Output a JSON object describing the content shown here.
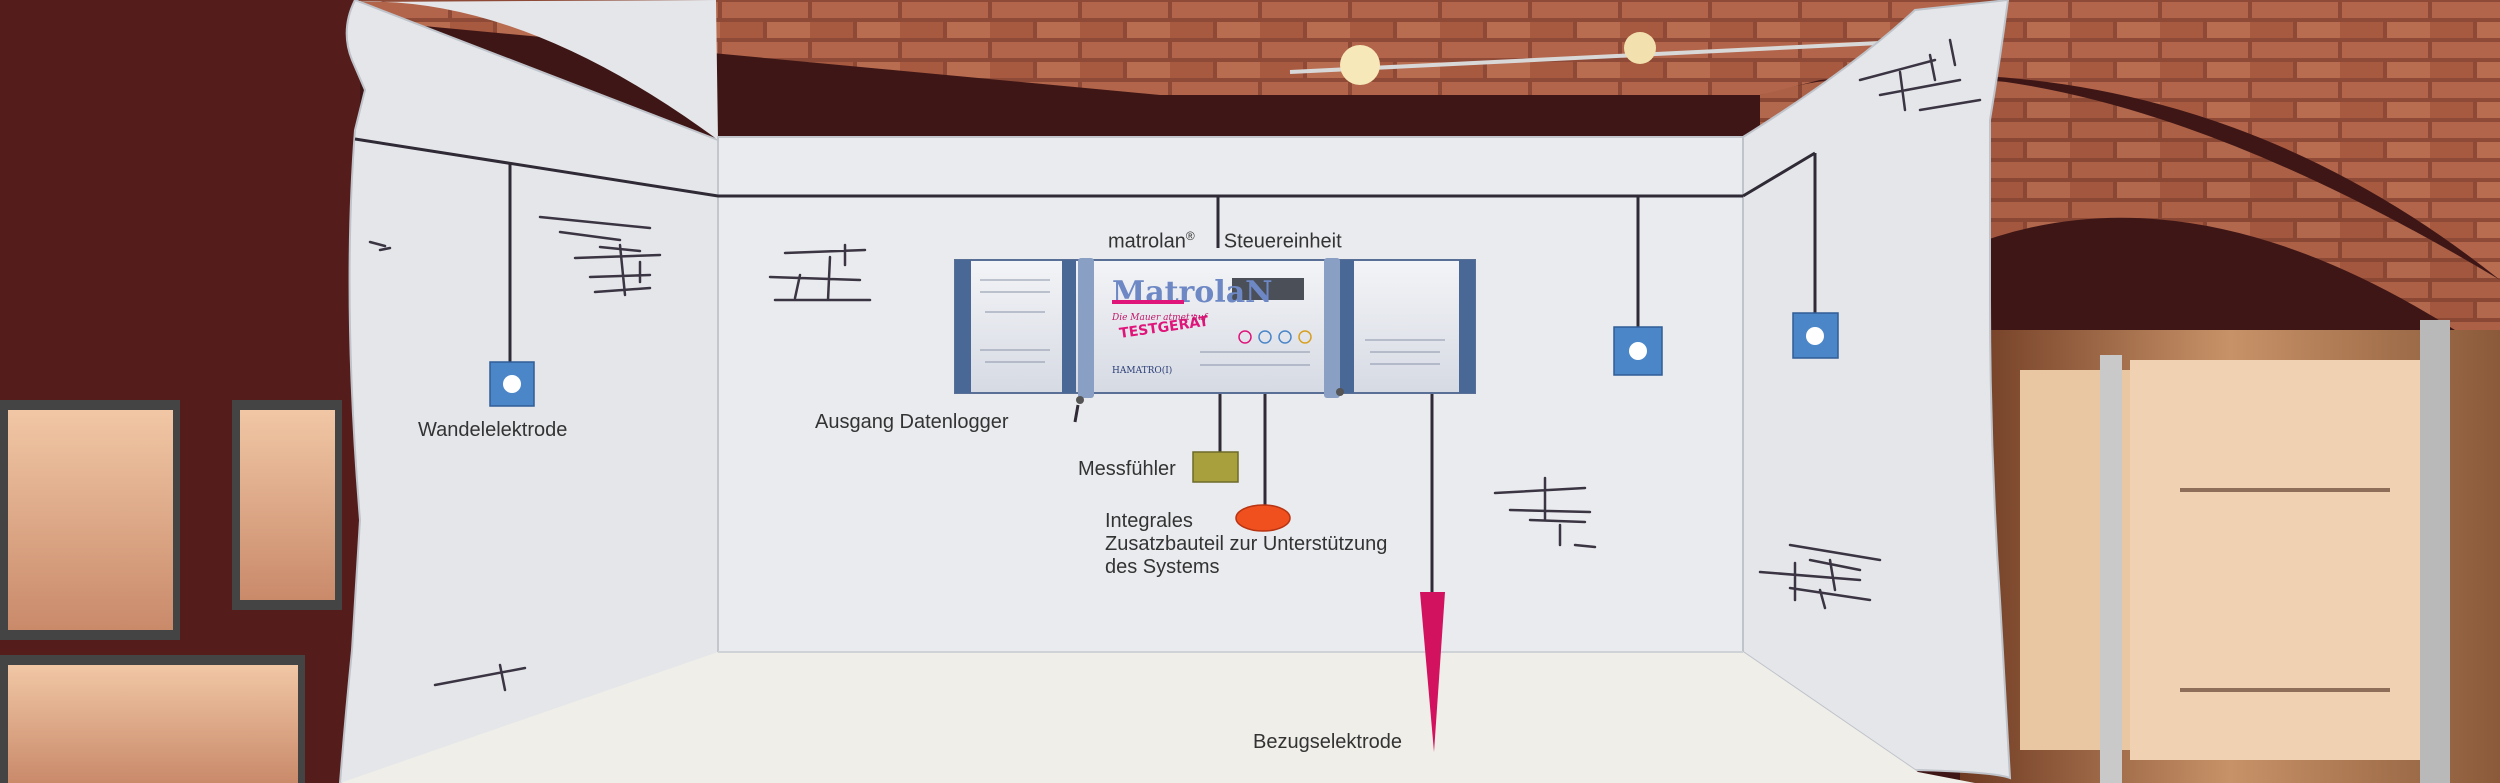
{
  "labels": {
    "product_name": "matrolan",
    "registered_mark": "®",
    "control_unit": "Steuereinheit",
    "wall_electrode": "Wandelelektrode",
    "data_logger_output": "Ausgang Datenlogger",
    "sensor": "Messfühler",
    "integral_line1": "Integrales",
    "integral_line2": "Zusatzbauteil zur Unterstützung",
    "integral_line3": "des Systems",
    "reference_electrode": "Bezugselektrode"
  },
  "device": {
    "logo_text": "MatrolaN",
    "stamp_text": "TESTGERÄT",
    "slogan_text": "Die Mauer atmet auf",
    "footer_text": "HAMATRO(I)"
  },
  "colors": {
    "wall": "#e7e9ec",
    "floor": "#efeee8",
    "brick": "#a5563e",
    "wire": "#2f2a35",
    "electrode_blue": "#4a86c8",
    "sensor_green": "#a7a03c",
    "component_orange": "#f0501e",
    "reference_pink": "#d2125e",
    "device_frame": "#4a6896",
    "stamp_pink": "#e0157a"
  }
}
